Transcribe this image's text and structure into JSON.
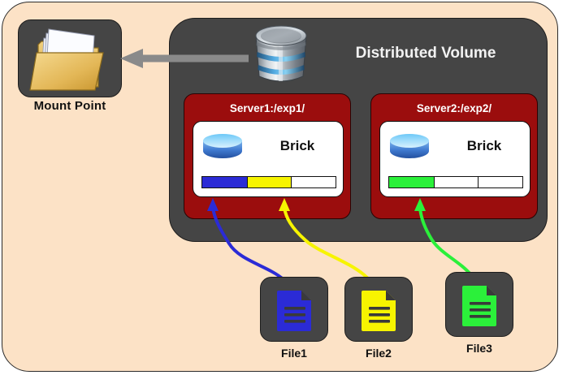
{
  "diagram": {
    "title": "Distributed Volume",
    "background_color": "#fce2c6",
    "container_color": "#454545",
    "server_color": "#9b0d0d"
  },
  "mount_point": {
    "label": "Mount Point",
    "icon": "open-folder-with-documents-icon"
  },
  "volume": {
    "title": "Distributed Volume",
    "icon": "database-cylinder-icon"
  },
  "servers": [
    {
      "title": "Server1:/exp1/",
      "brick_label": "Brick",
      "brick_icon": "blue-cylinder-icon",
      "usage_segments": [
        {
          "name": "file1-block",
          "color": "#2b2bd6",
          "percent": 33.3
        },
        {
          "name": "file2-block",
          "color": "#f7f400",
          "percent": 33.3
        },
        {
          "name": "free-block",
          "color": "#ffffff",
          "percent": 33.4
        }
      ]
    },
    {
      "title": "Server2:/exp2/",
      "brick_label": "Brick",
      "brick_icon": "blue-cylinder-icon",
      "usage_segments": [
        {
          "name": "file3-block",
          "color": "#2bf03a",
          "percent": 33.3
        },
        {
          "name": "free-block-1",
          "color": "#ffffff",
          "percent": 33.3
        },
        {
          "name": "free-block-2",
          "color": "#ffffff",
          "percent": 33.4
        }
      ]
    }
  ],
  "files": [
    {
      "label": "File1",
      "color": "#2b2bd6",
      "icon": "document-icon",
      "target": "Server1:/exp1/"
    },
    {
      "label": "File2",
      "color": "#f7f400",
      "icon": "document-icon",
      "target": "Server1:/exp1/"
    },
    {
      "label": "File3",
      "color": "#2bf03a",
      "icon": "document-icon",
      "target": "Server2:/exp2/"
    }
  ],
  "arrows": [
    {
      "name": "volume-to-mount-arrow",
      "color": "#8a8a8a",
      "from": "Distributed Volume",
      "to": "Mount Point"
    },
    {
      "name": "file1-to-server1-arrow",
      "color": "#2b2bd6"
    },
    {
      "name": "file2-to-server1-arrow",
      "color": "#f7f400"
    },
    {
      "name": "file3-to-server2-arrow",
      "color": "#2bf03a"
    }
  ]
}
